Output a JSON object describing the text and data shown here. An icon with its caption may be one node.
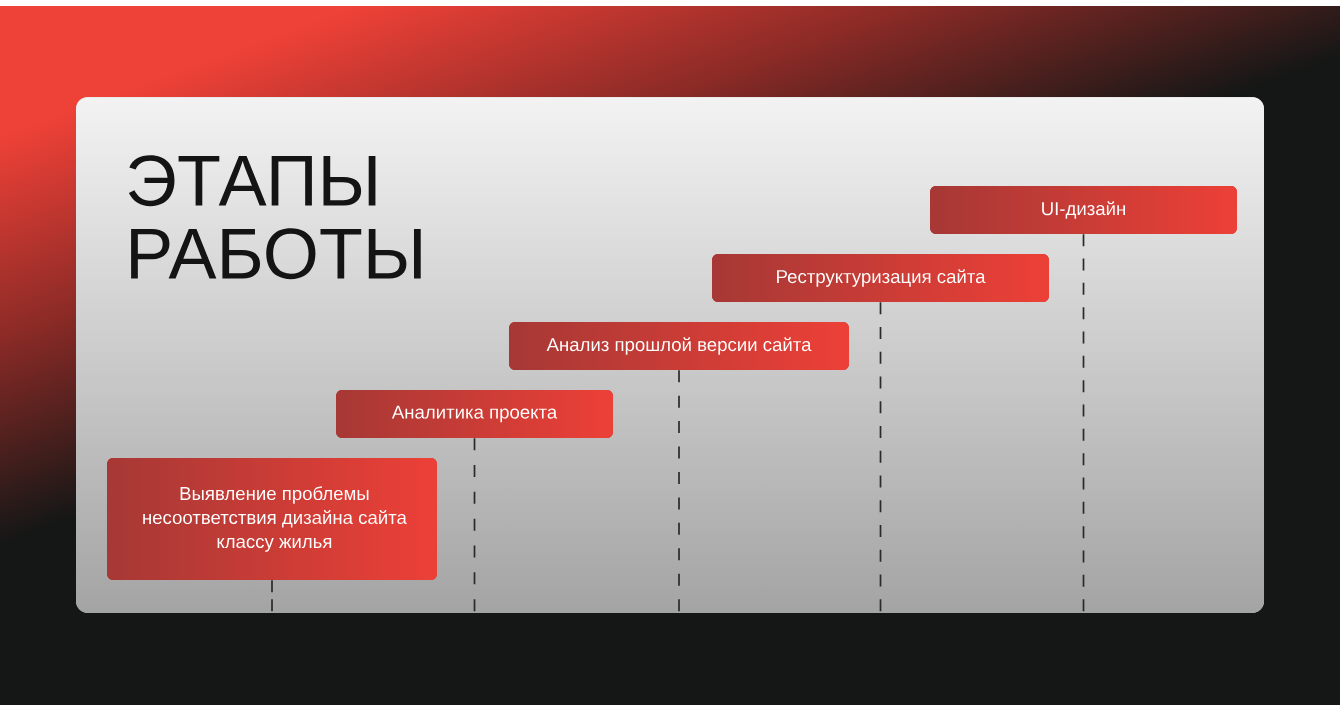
{
  "diagram": {
    "nodes": [
      {
        "text": [
          "ЭТАПЫ РАБОТЫ"
        ]
      },
      {
        "text": [
          "Выявление проблемы несоответствия дизайна сайта классу жилья"
        ],
        "in": 0
      },
      {
        "text": [
          "Аналитика проекта"
        ],
        "in": 0
      },
      {
        "text": [
          "Анализ прошлой версии сайта"
        ],
        "in": 0
      },
      {
        "text": [
          "Реструктуризация сайта"
        ],
        "in": 0
      },
      {
        "text": [
          "UI-дизайн"
        ],
        "in": 0
      }
    ],
    "edges": [
      {
        "from": 1,
        "to": null,
        "arrow": "none",
        "style": "dashed"
      },
      {
        "from": 2,
        "to": null,
        "arrow": "none",
        "style": "dashed"
      },
      {
        "from": 3,
        "to": null,
        "arrow": "none",
        "style": "dashed"
      },
      {
        "from": 4,
        "to": null,
        "arrow": "none",
        "style": "dashed"
      },
      {
        "from": 5,
        "to": null,
        "arrow": "none",
        "style": "dashed"
      }
    ]
  }
}
